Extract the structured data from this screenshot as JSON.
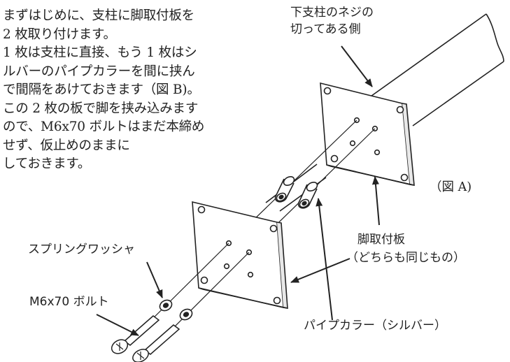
{
  "intro_lines": [
    "まずはじめに、支柱に脚取付板を",
    "2 枚取り付けます。",
    "1 枚は支柱に直接、もう 1 枚はシ",
    "ルバーのパイプカラーを間に挟ん",
    "で間隔をあけておきます（図 B)。",
    "この 2 枚の板で脚を挟み込みます",
    "ので、M6x70 ボルトはまだ本締め",
    "せず、仮止めのままに",
    "しておきます。"
  ],
  "labels": {
    "pipe_end": [
      "下支柱のネジの",
      "切ってある側"
    ],
    "figure": "（図 A)",
    "plate": [
      "脚取付板",
      "（どちらも同じもの）"
    ],
    "spring_washer": "スプリングワッシャ",
    "bolt": "M6x70 ボルト",
    "collar": "パイプカラー（シルバー）"
  }
}
